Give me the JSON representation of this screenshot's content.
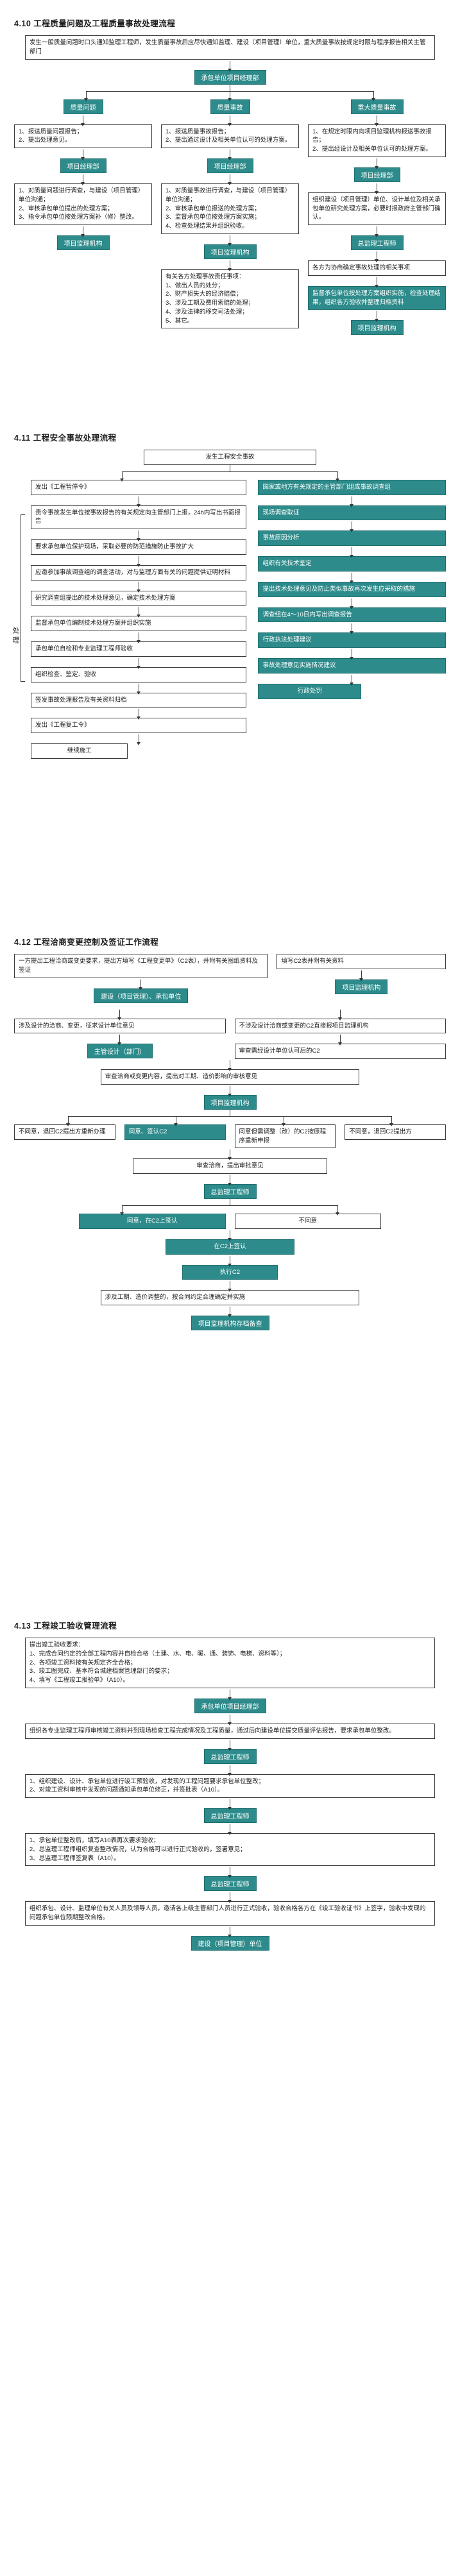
{
  "doc": {
    "accent": "#2e8b8b",
    "line_color": "#3a3a3a"
  },
  "s410": {
    "heading": "4.10  工程质量问题及工程质量事故处理流程",
    "top_box": "发生一般质量问题时口头通知监理工程师，发生质量事故后应尽快通知监理、建设（项目管理）单位，重大质量事故按规定时限与程序报告相关主管部门",
    "top_role": "承包单位项目经理部",
    "cols": [
      {
        "label": "质量问题",
        "report": "1、报送质量问题报告；\n2、提出处理意见。",
        "role1": "项目经理部",
        "handle": "1、对质量问题进行调查，与建设（项目管理）单位沟通；\n2、审核承包单位提出的处理方案；\n3、指令承包单位按处理方案补（修）整改。",
        "role2": "项目监理机构"
      },
      {
        "label": "质量事故",
        "report": "1、报送质量事故报告；\n2、提出通过设计及相关单位认可的处理方案。",
        "role1": "项目经理部",
        "handle": "1、对质量事故进行调查，与建设（项目管理）单位沟通；\n2、审核承包单位报送的处理方案；\n3、监督承包单位按处理方案实施；\n4、检查处理结果并组织验收。",
        "role2": "项目监理机构",
        "extra": "有关各方处理事故责任事项：\n1、做出人员的处分；\n2、财产损失大的经济赔偿；\n3、涉及工期及费用索赔的处理；\n4、涉及法律的移交司法处理；\n5、其它。"
      },
      {
        "label": "重大质量事故",
        "report": "1、在规定时限内向项目监理机构报送事故报告；\n2、提出经设计及相关单位认可的处理方案。",
        "role1": "项目经理部",
        "handle": "组织建设（项目管理）单位、设计单位及相关承包单位研究处理方案，必要时报政府主管部门确认。",
        "role2": "总监理工程师",
        "consult": "各方为协商确定事故处理的相关事项",
        "supervise": "监督承包单位按处理方案组织实施，检查处理结果，组织各方验收并整理归档资料",
        "role3": "项目监理机构"
      }
    ]
  },
  "s411": {
    "heading": "4.11  工程安全事故处理流程",
    "start": "发生工程安全事故",
    "side_label": "处理",
    "left": [
      "发出《工程暂停令》",
      "责令事故发生单位按事故报告的有关规定向主管部门上报，24h内写出书面报告",
      "要求承包单位保护现场，采取必要的防范措施防止事故扩大",
      "应邀参加事故调查组的调查活动，对与监理方面有关的问题提供证明材料",
      "研究调查组提出的技术处理意见，确定技术处理方案",
      "监督承包单位编制技术处理方案并组织实施",
      "承包单位自检和专业监理工程师验收",
      "组织检查、鉴定、验收",
      "签发事故处理报告及有关资料归档",
      "发出《工程复工令》",
      "继续施工"
    ],
    "right": [
      "国家或地方有关规定的主管部门组成事故调查组",
      "现场调查取证",
      "事故原因分析",
      "组织有关技术鉴定",
      "提出技术处理意见及防止类似事故再次发生应采取的措施",
      "调查组在4～10日内写出调查报告",
      "行政执法处理建议",
      "事故处理意见实施情况建议",
      "行政处罚"
    ]
  },
  "s412": {
    "heading": "4.12  工程洽商变更控制及签证工作流程",
    "l1": "一方提出工程洽商或变更要求，提出方填写《工程变更单》（C2表），并附有关图纸资料及签证",
    "l1_role": "建设（项目管理）、承包单位",
    "r1": "填写C2表并附有关资料",
    "r1_role": "项目监理机构",
    "design_box": "涉及设计的洽商、变更，征求设计单位意见",
    "design_role": "主管设计（部门）",
    "no_design": "不涉及设计洽商或变更的C2直接报项目监理机构",
    "review_c2": "审查需经设计单位认可后的C2",
    "review_box": "审查洽商或变更内容，提出对工期、造价影响的审核意见",
    "review_role": "项目监理机构",
    "br_disagree_left": "不同意，退回C2提出方重新办理",
    "br_agree": "同意、签认C2",
    "br_adjust": "同意但需调整（改）的C2按原程序重新申报",
    "br_disagree_right": "不同意，退回C2提出方",
    "approve_box": "审查洽商，提出审批意见",
    "approve_role": "总监理工程师",
    "ok_sign": "同意，在C2上签认",
    "not_ok": "不同意",
    "sign": "在C2上签认",
    "exec": "执行C2",
    "cost": "涉及工期、造价调整的，按合同约定合理确定并实施",
    "archive": "项目监理机构存档备查"
  },
  "s413": {
    "heading": "4.13  工程竣工验收管理流程",
    "b1": "提出竣工验收要求：\n1、完成合同约定的全部工程内容并自检合格（土建、水、电、暖、通、装饰、电梯、资料等）；\n2、各项竣工资料按有关规定齐全合格；\n3、竣工图完成、基本符合城建档案管理部门的要求；\n4、填写《工程竣工报验单》（A10）。",
    "b1_role": "承包单位项目经理部",
    "b2": "组织各专业监理工程师审核竣工资料并到现场检查工程完成情况及工程质量，通过后向建设单位提交质量评估报告，要求承包单位整改。",
    "b2_role": "总监理工程师",
    "b3": "1、组织建设、设计、承包单位进行竣工预验收，对发现的工程问题要求承包单位整改；\n2、对竣工资料审核中发现的问题通知承包单位修正，并签批表（A10）。",
    "b3_role": "总监理工程师",
    "b4": "1、承包单位整改后，填写A10表再次要求验收；\n2、总监理工程师组织复查整改情况，认为合格可以进行正式验收的，签署意见；\n3、总监理工程师签复表（A10）。",
    "b4_role": "总监理工程师",
    "b5": "组织承包、设计、监理单位有关人员及领导人员，邀请各上级主管部门人员进行正式验收，验收合格各方在《竣工验收证书》上签字，验收中发现的问题承包单位限期整改合格。",
    "b5_role": "建设（项目管理）单位"
  }
}
